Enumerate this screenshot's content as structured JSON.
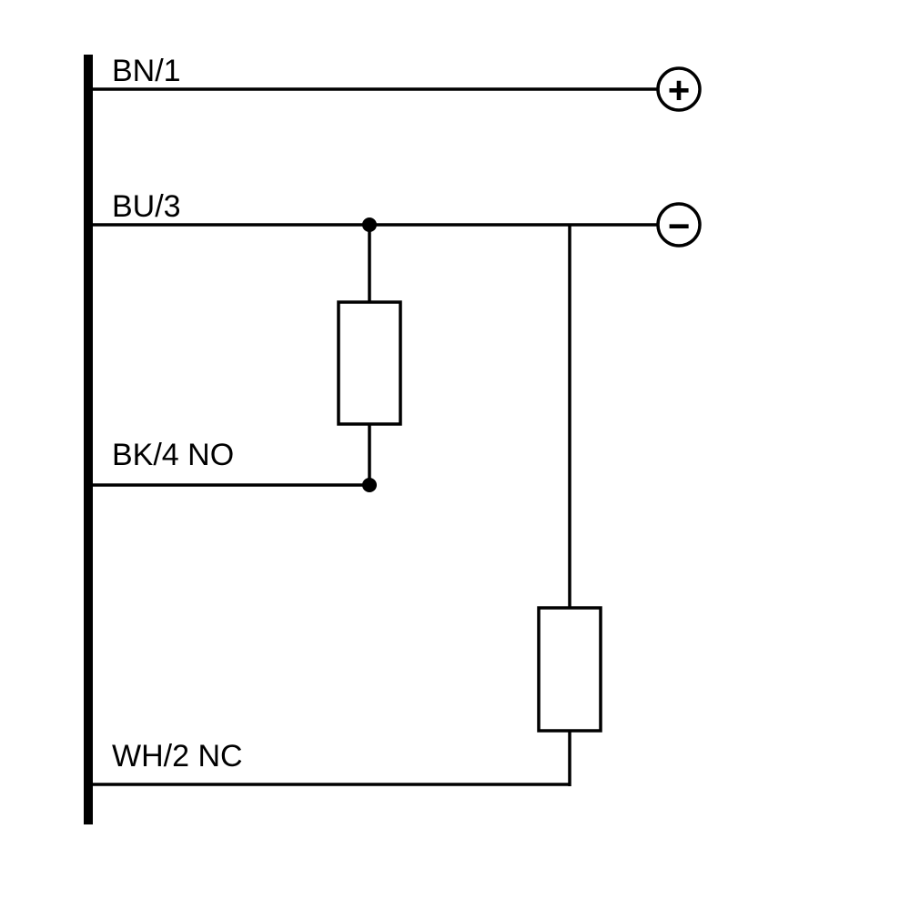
{
  "diagram": {
    "background_color": "#ffffff",
    "line_color": "#000000",
    "wires": [
      {
        "label": "BN/1"
      },
      {
        "label": "BU/3"
      },
      {
        "label": "BK/4 NO"
      },
      {
        "label": "WH/2 NC"
      }
    ],
    "terminals": {
      "positive": "+",
      "negative": "−"
    }
  }
}
